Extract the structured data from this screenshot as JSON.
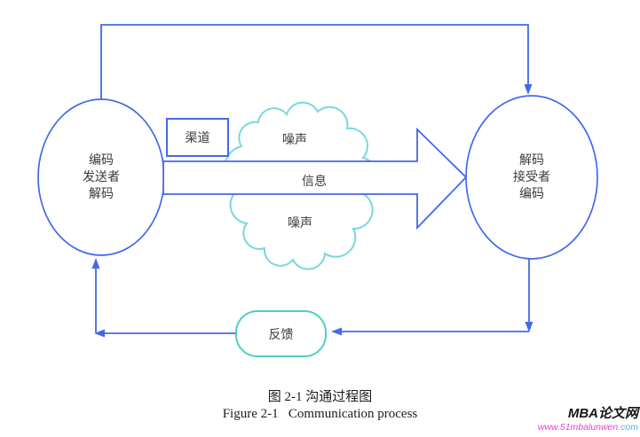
{
  "diagram": {
    "sender": {
      "lines": [
        "编码",
        "发送者",
        "解码"
      ]
    },
    "receiver": {
      "lines": [
        "解码",
        "接受者",
        "编码"
      ]
    },
    "channel": {
      "label": "渠道"
    },
    "noise_top": {
      "label": "噪声"
    },
    "noise_bottom": {
      "label": "噪声"
    },
    "message": {
      "label": "信息"
    },
    "feedback": {
      "label": "反馈"
    }
  },
  "caption": {
    "zh": "图 2-1 沟通过程图",
    "en": "Figure 2-1   Communication process"
  },
  "watermark": {
    "brand": "MBA论文网",
    "url_main": "www.51mbalunwen",
    "url_suffix": ".com"
  },
  "colors": {
    "line_blue": "#4468e8",
    "cloud_teal": "#78d8da",
    "feedback_teal": "#4fcfc6",
    "label_text": "#3a3a3a",
    "watermark_pink": "#ee3fcf",
    "watermark_suffix_blue": "#4fb4dc"
  }
}
